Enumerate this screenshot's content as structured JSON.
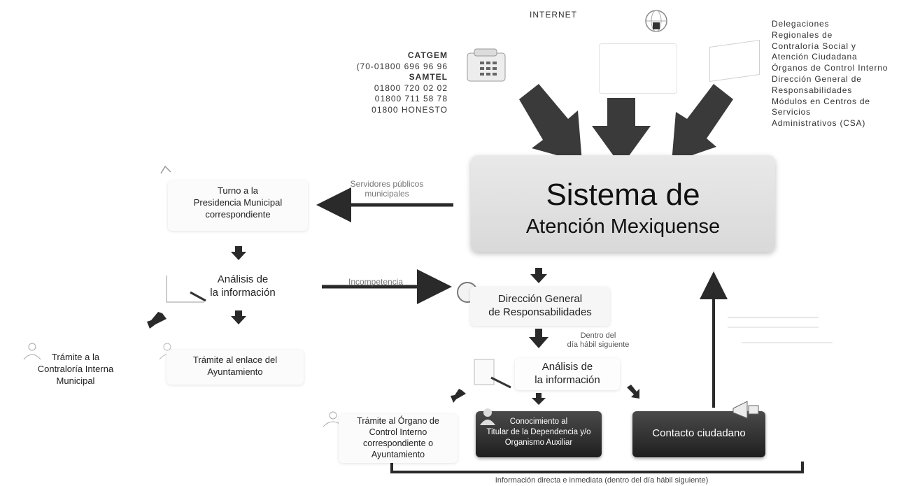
{
  "top": {
    "internet_label": "INTERNET",
    "phones": {
      "catgem_label": "CATGEM",
      "catgem_number": "(70-01800 696 96 96",
      "samtel_label": "SAMTEL",
      "samtel_numbers": [
        "01800 720 02 02",
        "01800 711 58 78",
        "01800 HONESTO"
      ]
    },
    "delegations": [
      "Delegaciones",
      "Regionales de",
      "Contraloría Social y",
      "Atención Ciudadana",
      "Órganos de Control Interno",
      "Dirección General de",
      "Responsabilidades",
      "Módulos en Centros de",
      "Servicios",
      "Administrativos (CSA)"
    ]
  },
  "system": {
    "title_line1": "Sistema de",
    "title_line2": "Atención Mexiquense"
  },
  "left_flow": {
    "edge_label_line1": "Servidores públicos",
    "edge_label_line2": "municipales",
    "turno_box": [
      "Turno a la",
      "Presidencia Municipal",
      "correspondiente"
    ],
    "analisis_box": [
      "Análisis de",
      "la información"
    ],
    "incompetencia_label": "Incompetencia",
    "tramite_contraloria": [
      "Trámite a la",
      "Contraloría Interna",
      "Municipal"
    ],
    "tramite_enlace": [
      "Trámite al enlace del",
      "Ayuntamiento"
    ]
  },
  "center_flow": {
    "direccion_box": [
      "Dirección General",
      "de Responsabilidades"
    ],
    "time_label": [
      "Dentro del",
      "día hábil siguiente"
    ],
    "analisis_box": [
      "Análisis de",
      "la información"
    ],
    "organo_box": [
      "Trámite al Órgano de",
      "Control Interno",
      "correspondiente o",
      "Ayuntamiento"
    ],
    "conocimiento_box": [
      "Conocimiento al",
      "Titular de la Dependencia y/o",
      "Organismo Auxiliar"
    ],
    "contacto_box": "Contacto ciudadano",
    "bottom_label": "Información directa e inmediata (dentro del día hábil siguiente)"
  },
  "colors": {
    "arrow_dark": "#2a2a2a",
    "box_gray": "#dcdcdc",
    "dark_box": "#2b2b2b"
  }
}
